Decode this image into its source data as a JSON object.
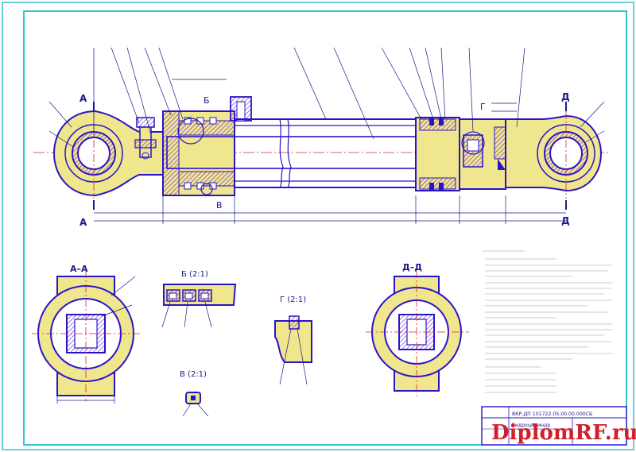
{
  "colors": {
    "frame": "#00b5c8",
    "outline": "#2a14c8",
    "hatch": "#6b1fd8",
    "fill": "#efe68e",
    "axis": "#d82a2a",
    "dim": "#1a1a8c",
    "watermark": "#d21f2a"
  },
  "section_marks": {
    "a_top": "А",
    "a_bottom": "А",
    "d_top": "Д",
    "d_bottom": "Д",
    "b_callout": "Б",
    "g_callout": "Г",
    "v_callout": "В"
  },
  "views": {
    "section_aa": "А–А",
    "section_dd": "Д–Д",
    "detail_b": "Б (2:1)",
    "detail_g": "Г (2:1)",
    "detail_v": "В (2:1)"
  },
  "title_block": {
    "code": "ВКР.ДП 101722.05.00.00.000СБ",
    "name": "Гидроцилиндр"
  },
  "watermark": "DiplomRF.ru"
}
